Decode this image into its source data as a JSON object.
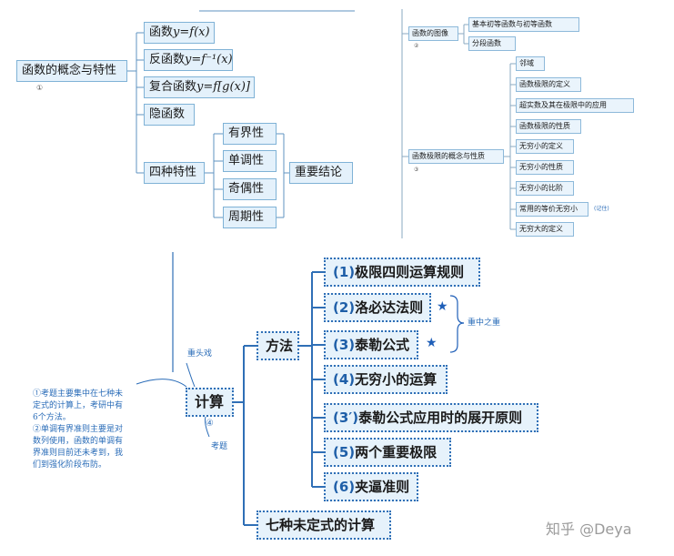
{
  "panel1": {
    "root": {
      "label": "函数的概念与特性",
      "mark": "①"
    },
    "children": [
      {
        "prefix": "函数",
        "formula": "y=f(x)"
      },
      {
        "prefix": "反函数",
        "formula": "y=f⁻¹(x)"
      },
      {
        "prefix": "复合函数",
        "formula": "y=f[g(x)]"
      },
      {
        "prefix": "隐函数",
        "formula": ""
      },
      {
        "prefix": "四种特性",
        "formula": ""
      }
    ],
    "traits": [
      "有界性",
      "单调性",
      "奇偶性",
      "周期性"
    ],
    "conclusion": "重要结论"
  },
  "panel2": {
    "image_node": {
      "label": "函数的图像",
      "mark": "②"
    },
    "image_children": [
      "基本初等函数与初等函数",
      "分段函数"
    ],
    "limit_node": {
      "label": "函数极限的概念与性质",
      "mark": "③"
    },
    "limit_children": [
      "邻域",
      "函数极限的定义",
      "超实数及其在极限中的应用",
      "函数极限的性质",
      "无穷小的定义",
      "无穷小的性质",
      "无穷小的比阶",
      "常用的等价无穷小",
      "无穷大的定义"
    ],
    "remember_note": "(记住)"
  },
  "panel3": {
    "root": {
      "label": "计算",
      "mark": "④"
    },
    "method": "方法",
    "methods": [
      {
        "num": "(1)",
        "text": "极限四则运算规则"
      },
      {
        "num": "(2)",
        "text": "洛必达法则"
      },
      {
        "num": "(3)",
        "text": "泰勒公式"
      },
      {
        "num": "(4)",
        "text": "无穷小的运算"
      },
      {
        "num": "(3′)",
        "text": "泰勒公式应用时的展开原则"
      },
      {
        "num": "(5)",
        "text": "两个重要极限"
      },
      {
        "num": "(6)",
        "text": "夹逼准则"
      }
    ],
    "star": "★",
    "key_label": "重中之重",
    "undetermined": "七种未定式的计算",
    "side_labels": {
      "focus": "重头戏",
      "exam": "考题"
    },
    "notes": [
      "①考题主要集中在七种未",
      "定式的计算上，考研中有",
      "6个方法。",
      "②单调有界准则主要是对",
      "数列使用，函数的单调有",
      "界准则目前还未考到，我",
      "们到强化阶段布防。"
    ]
  },
  "watermark": "知乎 @Deya"
}
